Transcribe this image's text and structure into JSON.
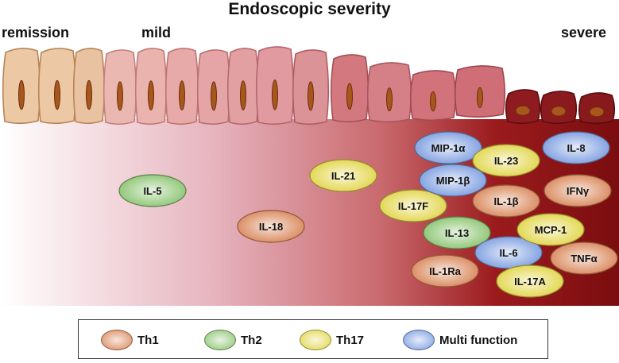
{
  "title": "Endoscopic severity",
  "labels": {
    "remission": "remission",
    "mild": "mild",
    "severe": "severe"
  },
  "colors": {
    "th1": "#d9875a",
    "th2": "#8cc472",
    "th17": "#e1d54a",
    "multi": "#7d9ee0",
    "gradient_start": "#ffffff",
    "gradient_end": "#7a0d0f"
  },
  "cytokines": [
    {
      "label": "IL-5",
      "type": "th2"
    },
    {
      "label": "IL-18",
      "type": "th1"
    },
    {
      "label": "IL-21",
      "type": "th17"
    },
    {
      "label": "IL-17F",
      "type": "th17"
    },
    {
      "label": "MIP-1α",
      "type": "multi"
    },
    {
      "label": "MIP-1β",
      "type": "multi"
    },
    {
      "label": "IL-13",
      "type": "th2"
    },
    {
      "label": "IL-1Ra",
      "type": "th1"
    },
    {
      "label": "IL-23",
      "type": "th17"
    },
    {
      "label": "IL-1β",
      "type": "th1"
    },
    {
      "label": "IL-6",
      "type": "multi"
    },
    {
      "label": "MCP-1",
      "type": "th17"
    },
    {
      "label": "IL-17A",
      "type": "th17"
    },
    {
      "label": "IL-8",
      "type": "multi"
    },
    {
      "label": "IFNγ",
      "type": "th1"
    },
    {
      "label": "TNFα",
      "type": "th1"
    }
  ],
  "legend": [
    {
      "label": "Th1",
      "type": "th1"
    },
    {
      "label": "Th2",
      "type": "th2"
    },
    {
      "label": "Th17",
      "type": "th17"
    },
    {
      "label": "Multi function",
      "type": "multi"
    }
  ]
}
